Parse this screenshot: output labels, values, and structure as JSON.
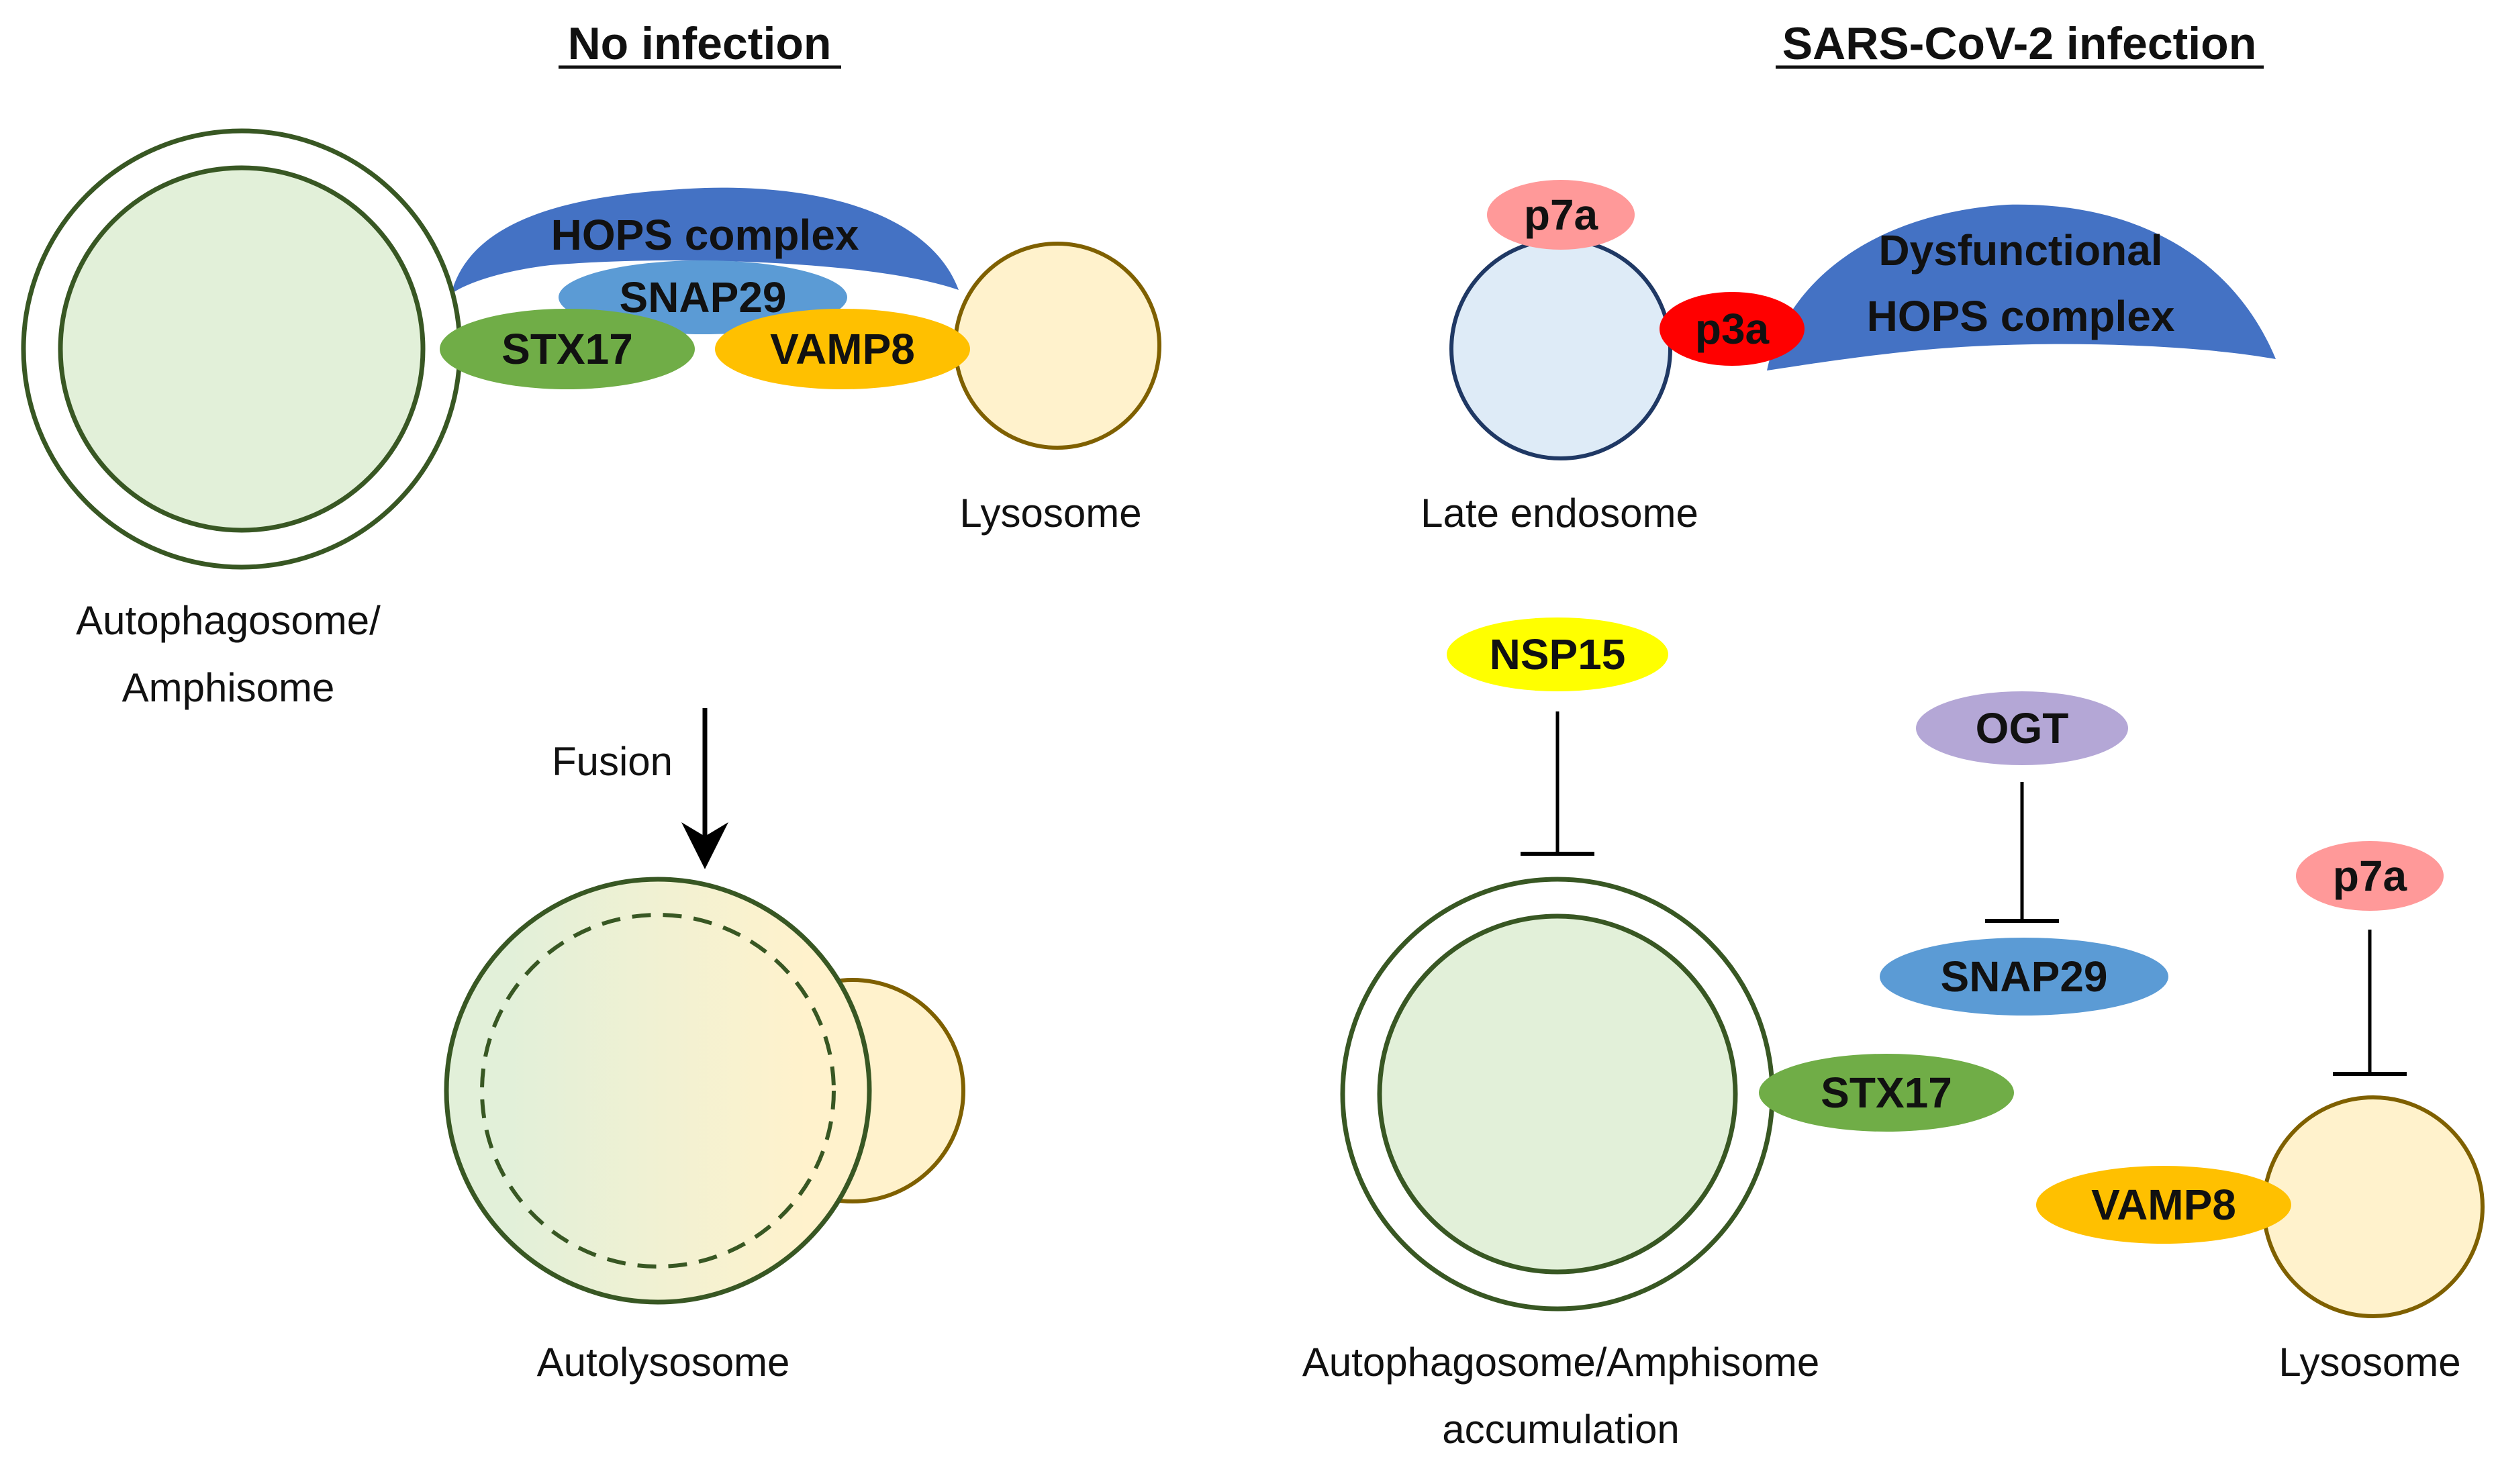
{
  "headings": {
    "left": "No infection",
    "right": "SARS-CoV-2 infection"
  },
  "left": {
    "hops": "HOPS complex",
    "snap29": "SNAP29",
    "stx17": "STX17",
    "vamp8": "VAMP8",
    "lysosome": "Lysosome",
    "autophagosome_line1": "Autophagosome/",
    "autophagosome_line2": "Amphisome",
    "fusion": "Fusion",
    "autolysosome": "Autolysosome"
  },
  "right": {
    "p7a_top": "p7a",
    "p3a": "p3a",
    "dysfunctional_line1": "Dysfunctional",
    "dysfunctional_line2": "HOPS complex",
    "late_endosome": "Late endosome",
    "nsp15": "NSP15",
    "ogt": "OGT",
    "snap29": "SNAP29",
    "p7a_bottom": "p7a",
    "stx17": "STX17",
    "vamp8": "VAMP8",
    "accumulation_line1": "Autophagosome/Amphisome",
    "accumulation_line2": "accumulation",
    "lysosome": "Lysosome"
  },
  "colors": {
    "vesicle_green_fill": "#e2f0d9",
    "vesicle_green_stroke": "#385723",
    "lysosome_fill": "#fff2cc",
    "lysosome_stroke": "#7f6000",
    "endosome_fill": "#deebf7",
    "endosome_stroke": "#1f3864",
    "hops_blue": "#4472c4",
    "snap29_blue": "#5b9bd5",
    "stx17_green": "#70ad47",
    "vamp8_orange": "#ffc000",
    "p7a_pink": "#ff9999",
    "p3a_red": "#ff0000",
    "nsp15_yellow": "#ffff00",
    "ogt_purple": "#b4a7d6"
  }
}
